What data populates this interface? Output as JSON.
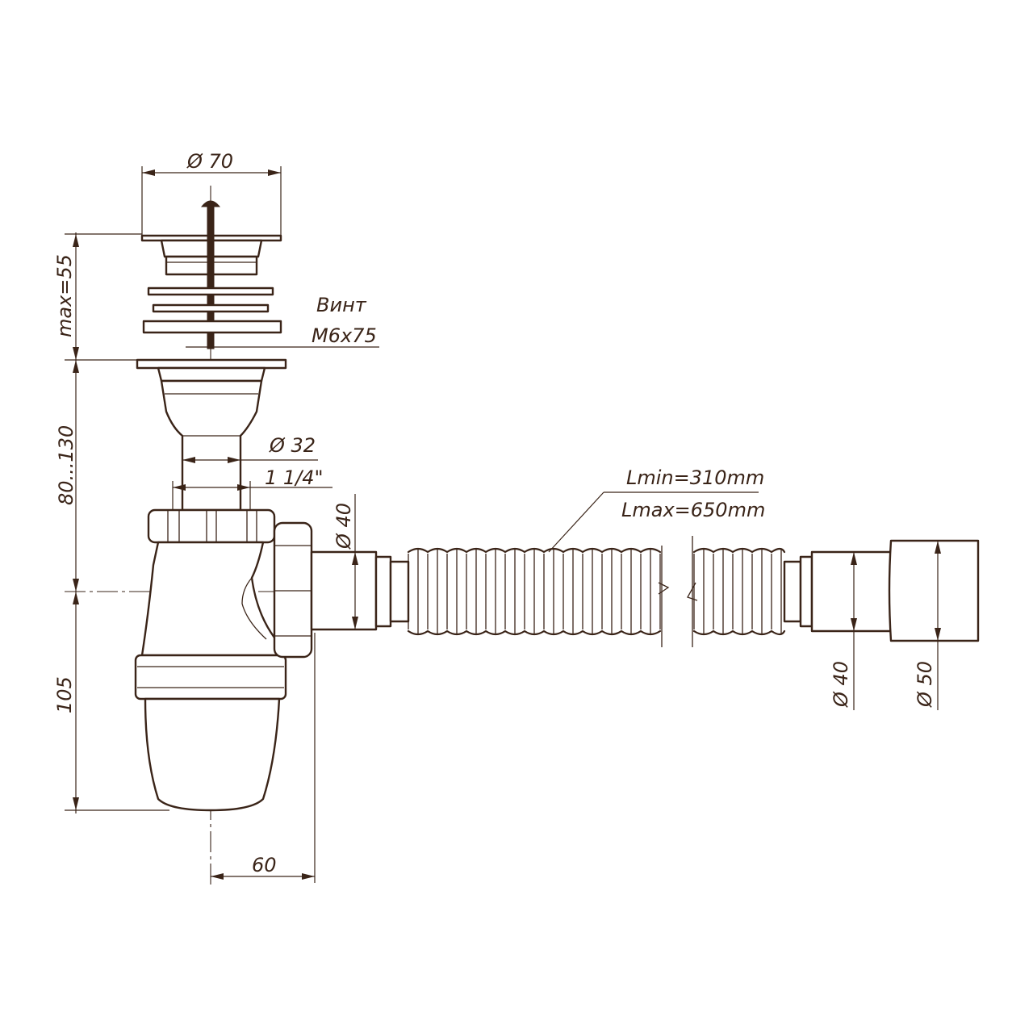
{
  "labels": {
    "dia_70": "Ø 70",
    "max_55": "max=55",
    "screw_word": "Винт",
    "screw_size": "M6x75",
    "range_80_130": "80...130",
    "dia_32": "Ø 32",
    "inch_1_1_4": "1 1/4\"",
    "dia_40_vertical": "Ø 40",
    "l_min": "Lmin=310mm",
    "l_max": "Lmax=650mm",
    "dia_40_bottom": "Ø 40",
    "dia_50": "Ø 50",
    "h_105": "105",
    "w_60": "60"
  },
  "colors": {
    "line": "#3a2418",
    "background": "#ffffff"
  }
}
